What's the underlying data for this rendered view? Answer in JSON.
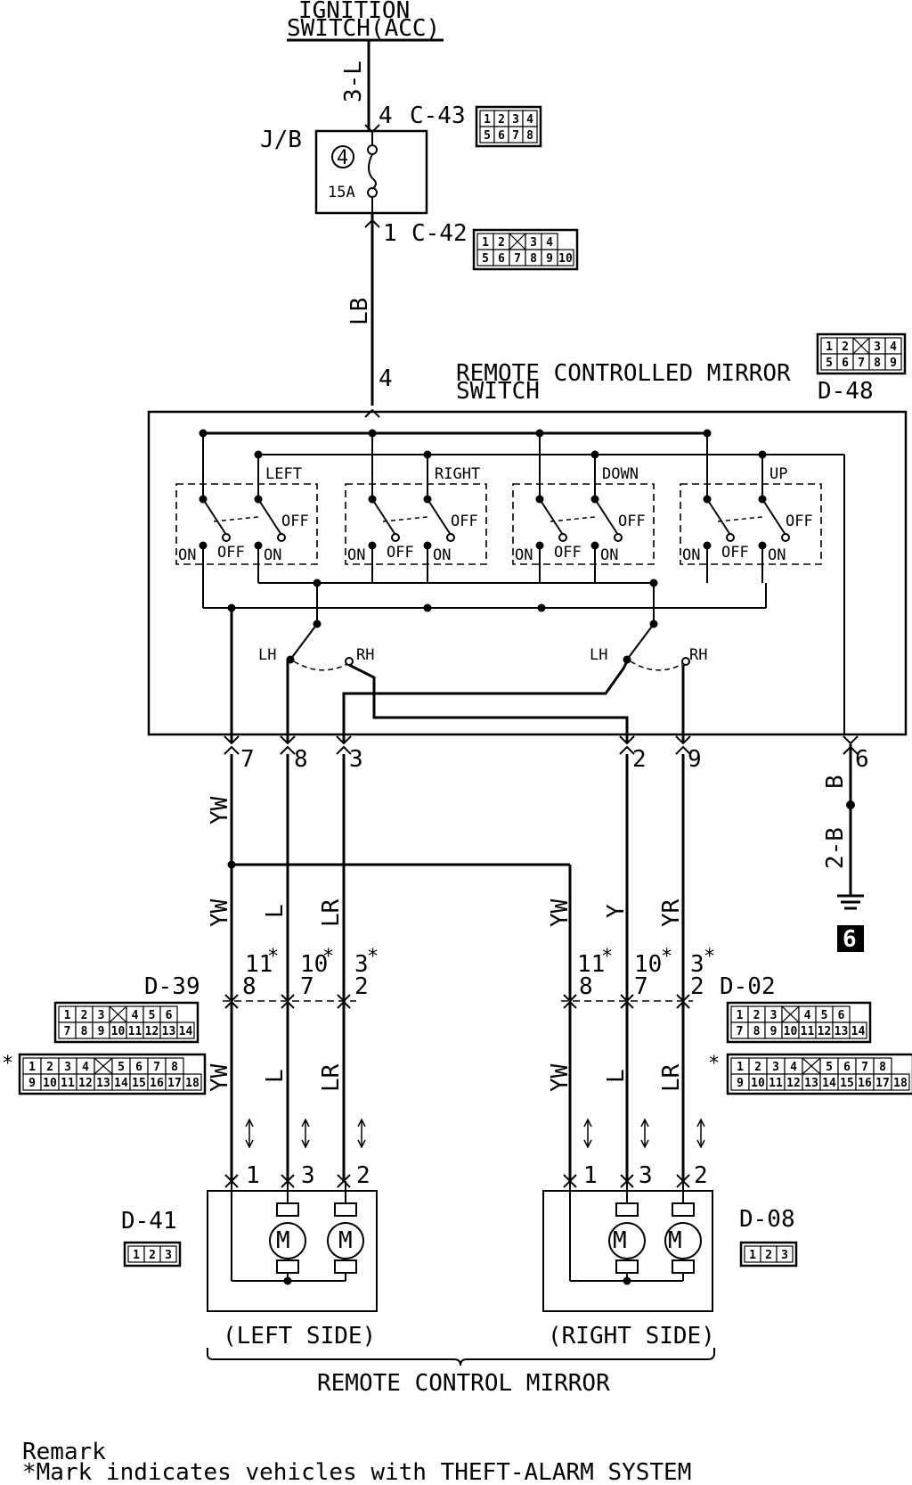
{
  "title": {
    "ignition_line1": "IGNITION",
    "ignition_line2": "SWITCH(ACC)",
    "switch_line1": "REMOTE CONTROLLED MIRROR",
    "switch_line2": "SWITCH",
    "mirror_title": "REMOTE CONTROL MIRROR"
  },
  "wires": {
    "w_3l": "3-L",
    "w_lb": "LB",
    "w_yw_main": "YW",
    "w_b": "B",
    "w_2b": "2-B",
    "left_upper": [
      "YW",
      "L",
      "LR"
    ],
    "right_upper": [
      "YW",
      "Y",
      "YR"
    ],
    "left_lower": [
      "YW",
      "L",
      "LR"
    ],
    "right_lower": [
      "YW",
      "L",
      "LR"
    ]
  },
  "jb": {
    "label": "J/B",
    "fuse_no": "4",
    "fuse_rating": "15A"
  },
  "connectors": {
    "c43": "C-43",
    "c42": "C-42",
    "d48": "D-48",
    "d39": "D-39",
    "d02": "D-02",
    "d41": "D-41",
    "d08": "D-08"
  },
  "pins": {
    "c43_pin": "4",
    "c42_pin": "1",
    "switch_in": "4",
    "sw_out": [
      "7",
      "8",
      "3",
      "2",
      "9",
      "6"
    ],
    "d39_star": [
      "11",
      "10",
      "3"
    ],
    "d39_norm": [
      "8",
      "7",
      "2"
    ],
    "d02_star": [
      "11",
      "10",
      "3"
    ],
    "d02_norm": [
      "8",
      "7",
      "2"
    ],
    "motor_left": [
      "1",
      "3",
      "2"
    ],
    "motor_right": [
      "1",
      "3",
      "2"
    ],
    "star": "*",
    "ground_no": "6"
  },
  "switch_groups": {
    "labels": [
      "LEFT",
      "RIGHT",
      "DOWN",
      "UP"
    ],
    "on": "ON",
    "off": "OFF",
    "lh": "LH",
    "rh": "RH"
  },
  "motor": {
    "symbol": "M",
    "left_side": "(LEFT SIDE)",
    "right_side": "(RIGHT SIDE)"
  },
  "connector_faces": {
    "c43": [
      [
        "1",
        "2",
        "3",
        "4"
      ],
      [
        "5",
        "6",
        "7",
        "8"
      ]
    ],
    "c42": [
      [
        "1",
        "2",
        "",
        "3",
        "4"
      ],
      [
        "5",
        "6",
        "7",
        "8",
        "9",
        "10"
      ]
    ],
    "d48": [
      [
        "1",
        "2",
        "",
        "3",
        "4"
      ],
      [
        "5",
        "6",
        "7",
        "8",
        "9"
      ]
    ],
    "d39": [
      [
        "1",
        "2",
        "3",
        "",
        "4",
        "5",
        "6"
      ],
      [
        "7",
        "8",
        "9",
        "10",
        "11",
        "12",
        "13",
        "14"
      ]
    ],
    "d39_star": [
      [
        "1",
        "2",
        "3",
        "4",
        "",
        "5",
        "6",
        "7",
        "8"
      ],
      [
        "9",
        "10",
        "11",
        "12",
        "13",
        "14",
        "15",
        "16",
        "17",
        "18"
      ]
    ],
    "d02": [
      [
        "1",
        "2",
        "3",
        "",
        "4",
        "5",
        "6"
      ],
      [
        "7",
        "8",
        "9",
        "10",
        "11",
        "12",
        "13",
        "14"
      ]
    ],
    "d02_star": [
      [
        "1",
        "2",
        "3",
        "4",
        "",
        "5",
        "6",
        "7",
        "8"
      ],
      [
        "9",
        "10",
        "11",
        "12",
        "13",
        "14",
        "15",
        "16",
        "17",
        "18"
      ]
    ],
    "d41": [
      [
        "1",
        "2",
        "3"
      ]
    ],
    "d08": [
      [
        "1",
        "2",
        "3"
      ]
    ]
  },
  "remark": {
    "line1": "Remark",
    "line2": "*Mark indicates vehicles with THEFT-ALARM SYSTEM"
  }
}
